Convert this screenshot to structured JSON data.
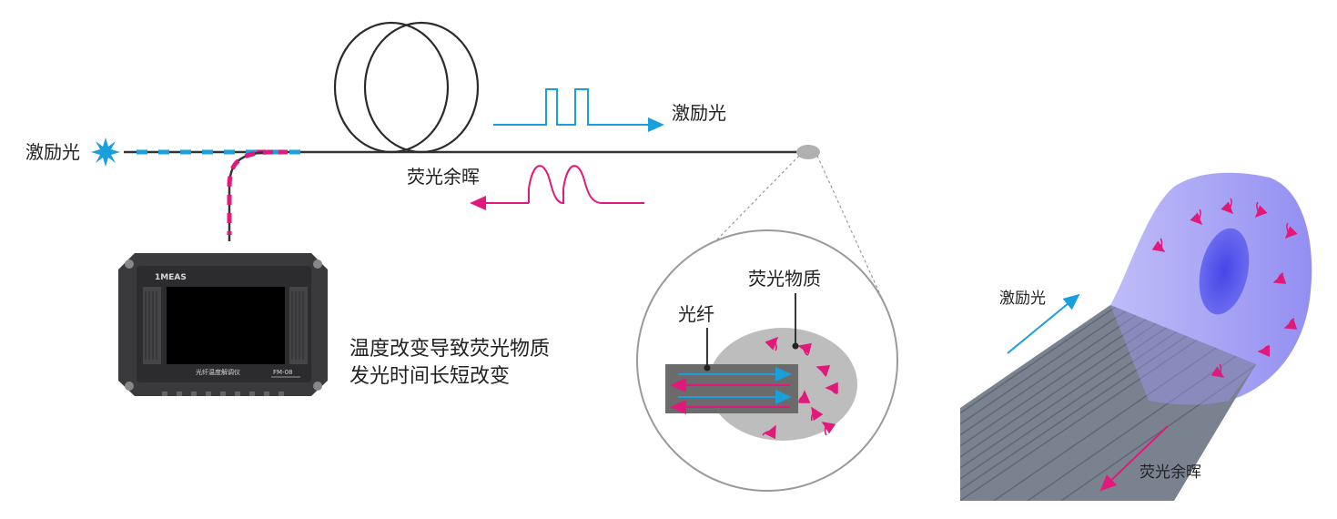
{
  "labels": {
    "excitation_light_left": "激励光",
    "excitation_light_pulse": "激励光",
    "fluorescence_afterglow": "荧光余晖",
    "fluorescent_material": "荧光物质",
    "optical_fiber": "光纤",
    "caption_line1": "温度改变导致荧光物质",
    "caption_line2": "发光时间长短改变",
    "excitation_light_right": "激励光",
    "fluorescence_afterglow_right": "荧光余晖"
  },
  "device": {
    "brand": "1MEAS",
    "name": "光纤温度解调仪",
    "model": "FM-08"
  },
  "colors": {
    "excitation": "#1a9fdc",
    "fluorescence": "#e0197a",
    "fiber_line": "#333333",
    "sample_gray": "#bdbdbd",
    "fiber_core": "#6b6b6b",
    "cone_purple": "#8f8cf0",
    "bundle_gray": "#7a8290"
  }
}
